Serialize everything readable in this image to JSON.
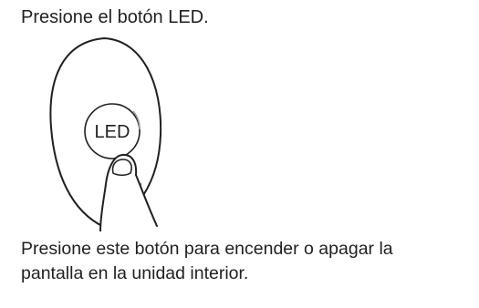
{
  "instruction": {
    "heading": "Presione el botón LED."
  },
  "remote": {
    "button_label": "LED"
  },
  "description": {
    "line1": "Presione este botón para encender o apagar la",
    "line2": "pantalla en la unidad interior."
  }
}
